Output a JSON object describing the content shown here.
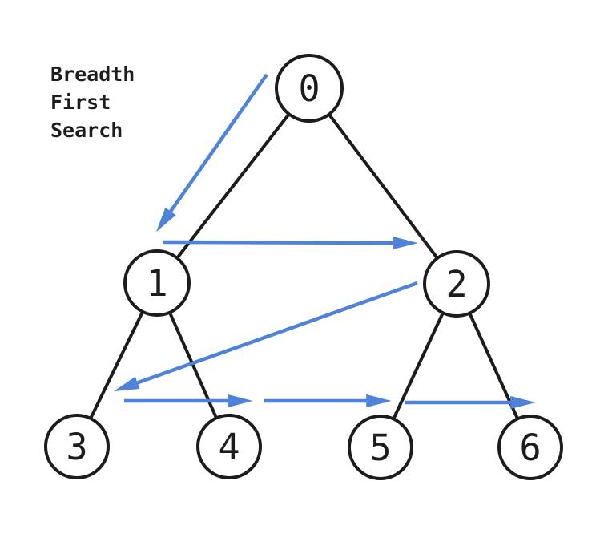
{
  "title": {
    "text": "Breadth First Search",
    "lines": [
      "Breadth",
      "First",
      "Search"
    ]
  },
  "colors": {
    "line_black": "#1c1c1c",
    "arrow_blue": "#4f82d9",
    "node_fill": "#ffffff",
    "background": "#ffffff",
    "text_black": "#1c1c1c"
  },
  "tree": {
    "nodes": [
      {
        "id": "0",
        "label": "0",
        "level": 0
      },
      {
        "id": "1",
        "label": "1",
        "level": 1
      },
      {
        "id": "2",
        "label": "2",
        "level": 1
      },
      {
        "id": "3",
        "label": "3",
        "level": 2
      },
      {
        "id": "4",
        "label": "4",
        "level": 2
      },
      {
        "id": "5",
        "label": "5",
        "level": 2
      },
      {
        "id": "6",
        "label": "6",
        "level": 2
      }
    ],
    "edges": [
      {
        "from": "0",
        "to": "1"
      },
      {
        "from": "0",
        "to": "2"
      },
      {
        "from": "1",
        "to": "3"
      },
      {
        "from": "1",
        "to": "4"
      },
      {
        "from": "2",
        "to": "5"
      },
      {
        "from": "2",
        "to": "6"
      }
    ]
  },
  "traversal": {
    "order": [
      "0",
      "1",
      "2",
      "3",
      "4",
      "5",
      "6"
    ],
    "arrows": [
      {
        "from": "0",
        "to": "1"
      },
      {
        "from": "1",
        "to": "2"
      },
      {
        "from": "2",
        "to": "3"
      },
      {
        "from": "3",
        "to": "4"
      },
      {
        "from": "4",
        "to": "5"
      },
      {
        "from": "5",
        "to": "6"
      }
    ]
  }
}
